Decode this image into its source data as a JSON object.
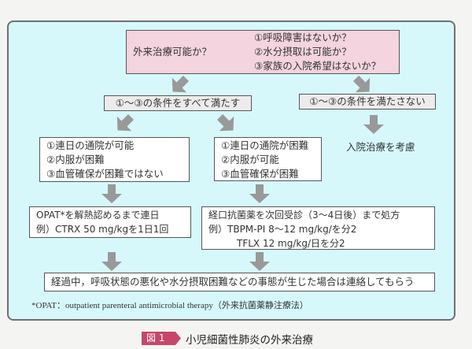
{
  "question": {
    "label": "外来治療可能か？",
    "checks": [
      "①呼吸障害はないか？",
      "②水分摂取は可能か？",
      "③家族の入院希望はないか？"
    ]
  },
  "branch_yes": "①～③の条件をすべて満たす",
  "branch_no": "①～③の条件を満たさない",
  "no_result": "入院治療を考慮",
  "case_a": [
    "①連日の通院が可能",
    "②内服が困難",
    "③血管確保が困難ではない"
  ],
  "case_b": [
    "①連日の通院が困難",
    "②内服が可能",
    "③血管確保が困難"
  ],
  "treat_a": [
    "OPAT*を解熱認めるまで連日",
    "例）CTRX 50 mg/kgを1日1回"
  ],
  "treat_b": [
    "経口抗菌薬を次回受診（3～4日後）まで処方",
    "例）TBPM-PI 8～12 mg/kg/を分2",
    "TFLX 12 mg/kg/日を分2"
  ],
  "final": "経過中，呼吸状態の悪化や水分摂取困難などの事態が生じた場合は連絡してもらう",
  "footnote": "*OPAT：outpatient parenteral antimicrobial therapy（外来抗菌薬静注療法）",
  "caption": {
    "label": "図 1",
    "title": "小児細菌性肺炎の外来治療"
  },
  "colors": {
    "panel": "#d6f8fb",
    "pink": "#f3d4df",
    "arrow": "#999999",
    "caption": "#c8466a"
  }
}
